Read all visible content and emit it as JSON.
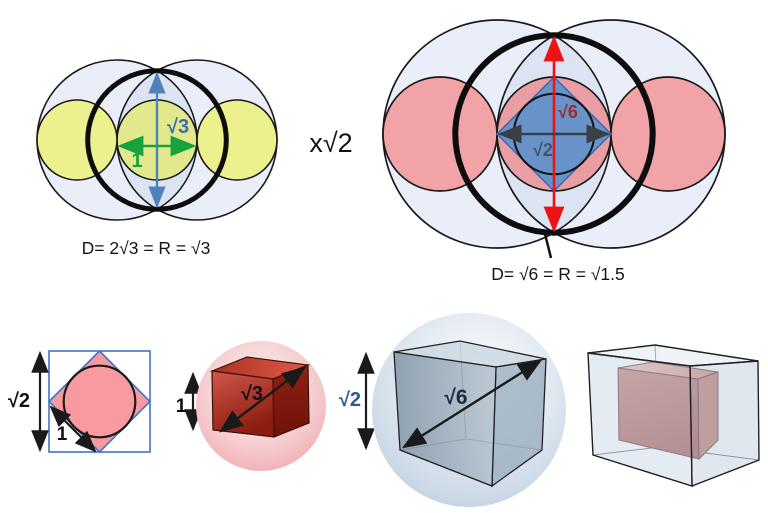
{
  "figure": {
    "top_left": {
      "diagonal_label": "√3",
      "unit_label": "1",
      "caption": "D= 2√3 = R = √3"
    },
    "multiplier_label": "x√2",
    "top_right": {
      "vertical_label": "√6",
      "horizontal_label": "√2",
      "caption": "D= √6 = R = √1.5"
    },
    "bottom": {
      "square_diagram": {
        "side_label": "√2",
        "diagonal_label": "1"
      },
      "red_cube_diagram": {
        "edge_label": "1",
        "diagonal_label": "√3"
      },
      "gray_cube_diagram": {
        "edge_label": "√2",
        "diagonal_label": "√6"
      }
    }
  },
  "colors": {
    "background": "#ffffff",
    "outline": "#1a1a1a",
    "big_circle_fill": "#e9eef8",
    "lens_fill": "#dce4f3",
    "yellow_side": "#edf18d",
    "yellow_center": "#e2e98c",
    "pink_side": "#f2a3a8",
    "pink_center": "#eb9da4",
    "diamond_blue": "#6793c9",
    "diamond_stroke": "#3a67ad",
    "arrow_blue": "#4f81bd",
    "arrow_green": "#18a23b",
    "arrow_red": "#ee1115",
    "arrow_dark": "#3a3f47",
    "label_blue": "#3e6cb3",
    "label_green": "#18a23b",
    "label_dark_red": "#9e2b2e",
    "label_slate": "#43536a",
    "label_navy": "#2b5b97",
    "label_dark_navy": "#1b2a3c",
    "square_stroke_blue": "#4472c4",
    "b1_diamond_pink": "#f89aa0"
  }
}
